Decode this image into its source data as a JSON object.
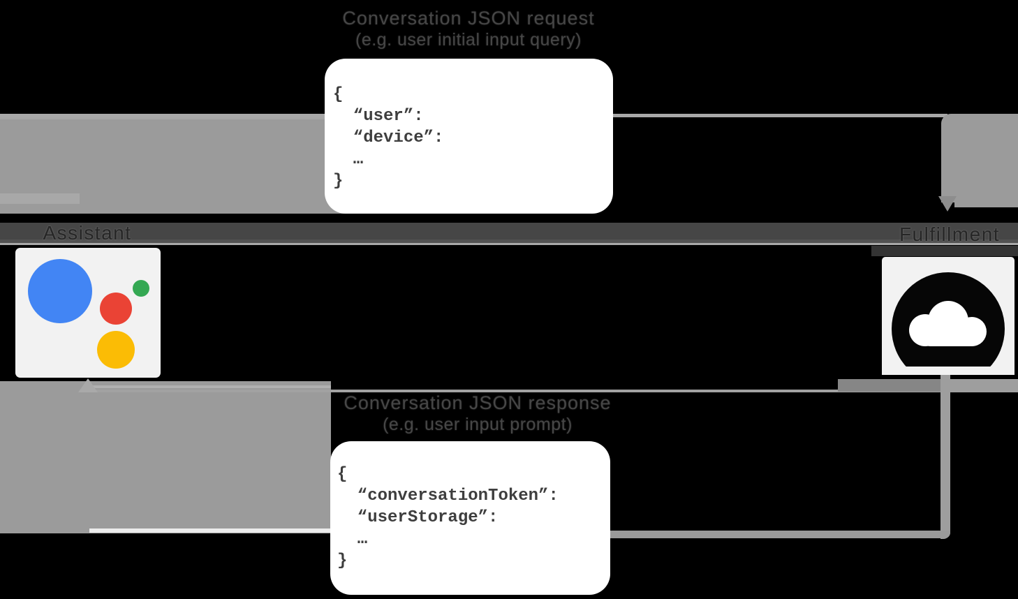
{
  "diagram": {
    "request": {
      "caption_line1": "Conversation JSON request",
      "caption_line2": "(e.g. user initial input query)",
      "code": "{\n  “user”:\n  “device”:\n  …\n}"
    },
    "response": {
      "caption_line1": "Conversation JSON response",
      "caption_line2": "(e.g. user input prompt)",
      "code": "{\n  “conversationToken”:\n  “userStorage”:\n  …\n}"
    },
    "actors": {
      "assistant": {
        "label": "Assistant"
      },
      "fulfillment": {
        "label": "Fulfillment"
      }
    }
  },
  "colors": {
    "background": "#000000",
    "arrow_gray": "#9b9b9b",
    "arrow_dark_gray": "#8d8d8d",
    "divider_band": "#464646",
    "card_background": "#f2f2f2",
    "code_text": "#3e3e3e",
    "caption_text": "#474747",
    "label_text": "#262626",
    "assistant_blue": "#4285f4",
    "assistant_red": "#ea4335",
    "assistant_yellow": "#fbbc05",
    "assistant_green": "#34a853",
    "cloud_icon_black": "#060606",
    "cloud_icon_white": "#ffffff"
  }
}
